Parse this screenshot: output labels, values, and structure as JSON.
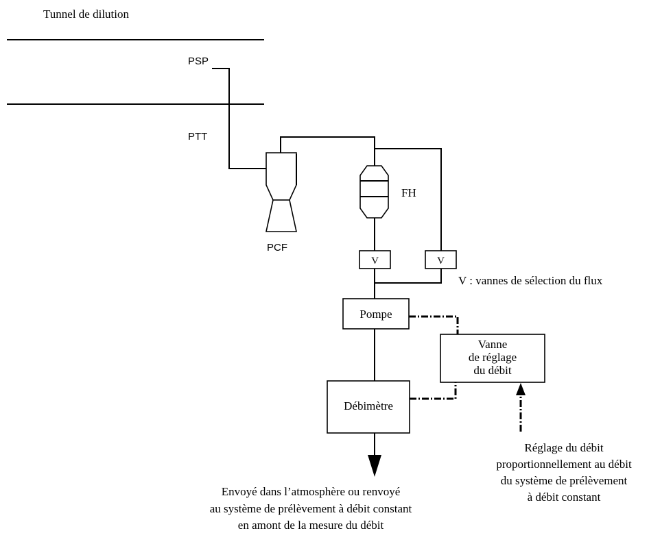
{
  "labels": {
    "tunnel_title": "Tunnel de dilution",
    "psp": "PSP",
    "ptt": "PTT",
    "pcf": "PCF",
    "fh": "FH",
    "valve_left": "V",
    "valve_right": "V",
    "valve_legend": "V : vannes de sélection du flux",
    "pump": "Pompe",
    "flow_valve_lines": [
      "Vanne",
      "de réglage",
      "du débit"
    ],
    "flowmeter": "Débimètre",
    "adjust_note_lines": [
      "Réglage du débit",
      "proportionnellement au débit",
      "du système de prélèvement",
      "à débit constant"
    ],
    "exhaust_note_lines": [
      "Envoyé dans l’atmosphère ou renvoyé",
      "au système de prélèvement à débit constant",
      "en amont de la mesure du débit"
    ]
  },
  "colors": {
    "line": "#000000",
    "background": "#ffffff"
  }
}
